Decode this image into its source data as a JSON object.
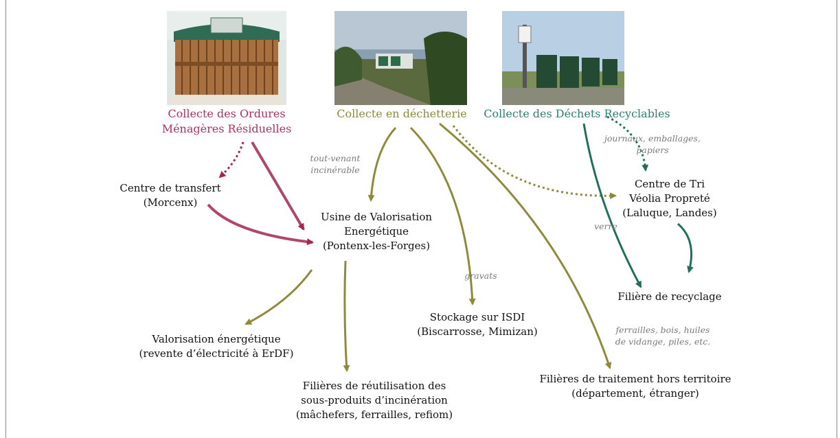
{
  "sources": {
    "omr": {
      "line1": "Collecte des Ordures",
      "line2": "Ménagères Résiduelles",
      "color": "#b03060"
    },
    "dech": {
      "line1": "Collecte en déchetterie",
      "color": "#8f8a3a"
    },
    "recy": {
      "line1": "Collecte des Déchets Recyclables",
      "color": "#2f7f6f"
    }
  },
  "nodes": {
    "transfert": {
      "line1": "Centre de transfert",
      "line2": "(Morcenx)"
    },
    "uve": {
      "line1": "Usine de Valorisation",
      "line2": "Energétique",
      "line3": "(Pontenx-les-Forges)"
    },
    "tri": {
      "line1": "Centre de Tri",
      "line2": "Véolia Propreté",
      "line3": "(Laluque, Landes)"
    },
    "recyclage": {
      "line1": "Filière de recyclage"
    },
    "valo": {
      "line1": "Valorisation énergétique",
      "line2": "(revente d’électricité à ErDF)"
    },
    "isdi": {
      "line1": "Stockage sur ISDI",
      "line2": "(Biscarrosse, Mimizan)"
    },
    "reutil": {
      "line1": "Filières de réutilisation des",
      "line2": "sous-produits d’incinération",
      "line3": "(mâchefers, ferrailles, refiom)"
    },
    "hors": {
      "line1": "Filières de traitement hors territoire",
      "line2": "(département, étranger)"
    }
  },
  "notes": {
    "toutvenant": {
      "line1": "tout-venant",
      "line2": "incinérable"
    },
    "journaux": {
      "line1": "journaux, emballages,",
      "line2": "papiers"
    },
    "verre": "verre",
    "gravats": "gravats",
    "ferrailles": {
      "line1": "ferrailles, bois, huiles",
      "line2": "de vidange, piles, etc."
    }
  },
  "colors": {
    "omr": "#a3264e",
    "dech": "#8f8a3a",
    "recy": "#1f6f5a"
  }
}
